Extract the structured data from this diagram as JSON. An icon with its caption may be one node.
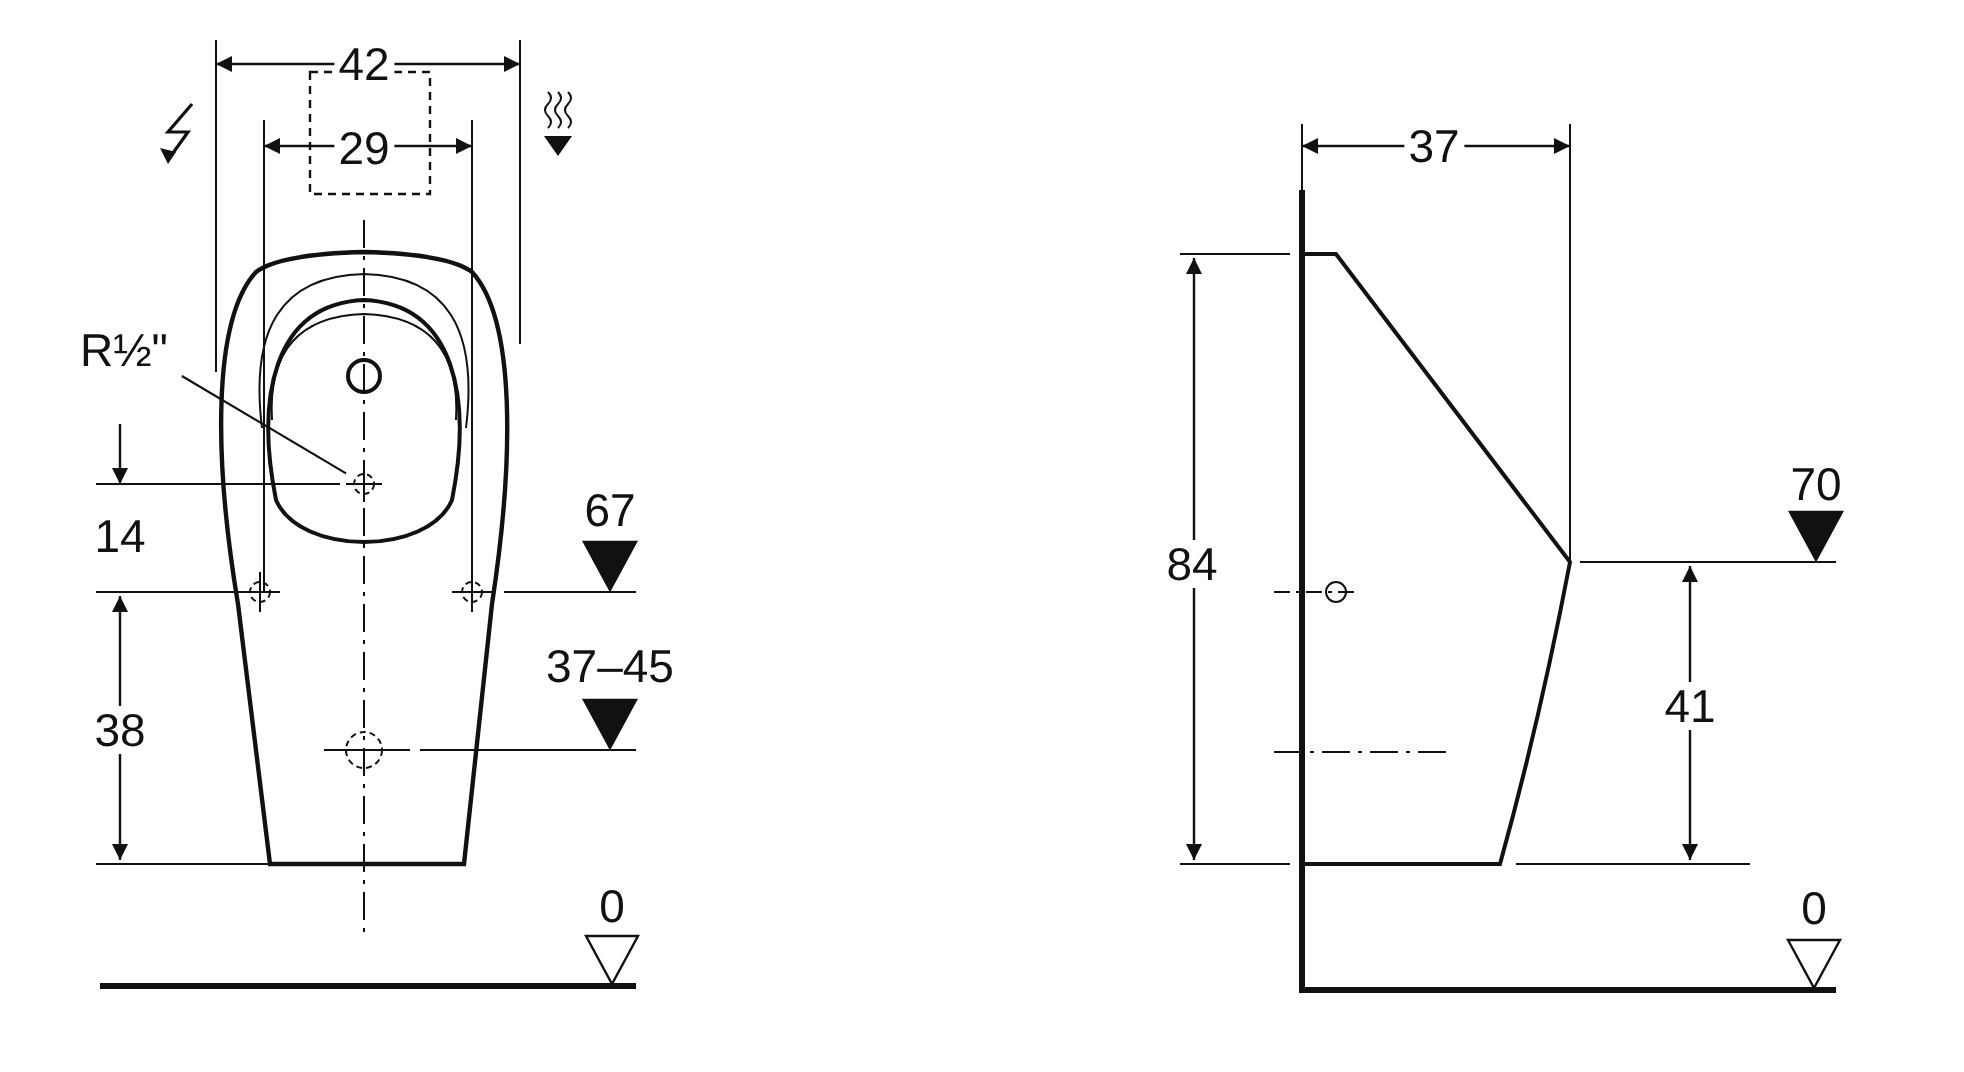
{
  "diagram": {
    "nodes": [
      {
        "text": [
          "R½\""
        ]
      },
      {
        "text": [],
        "shape": "circle"
      }
    ],
    "edges": [
      {
        "from": 0,
        "to": 1,
        "arrow": "none"
      }
    ],
    "labels": [
      "42",
      "37",
      "29",
      "84",
      "70",
      "67",
      "14",
      "41",
      "37–45",
      "38",
      "0",
      "0"
    ]
  }
}
